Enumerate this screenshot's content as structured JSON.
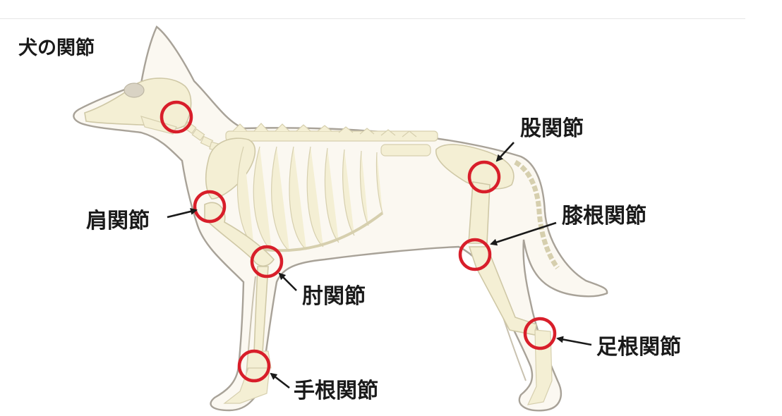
{
  "title": "犬の関節",
  "colors": {
    "marker": "#d81e2a",
    "body_fill": "#fbf8f1",
    "body_outline": "#a8a298",
    "bone_fill": "#f4efd4",
    "text": "#1a1a1a"
  },
  "joints": [
    {
      "id": "jaw",
      "label": ""
    },
    {
      "id": "shoulder",
      "label": "肩関節"
    },
    {
      "id": "elbow",
      "label": "肘関節"
    },
    {
      "id": "carpal",
      "label": "手根関節"
    },
    {
      "id": "hip",
      "label": "股関節"
    },
    {
      "id": "knee",
      "label": "膝根関節"
    },
    {
      "id": "tarsal",
      "label": "足根関節"
    }
  ]
}
